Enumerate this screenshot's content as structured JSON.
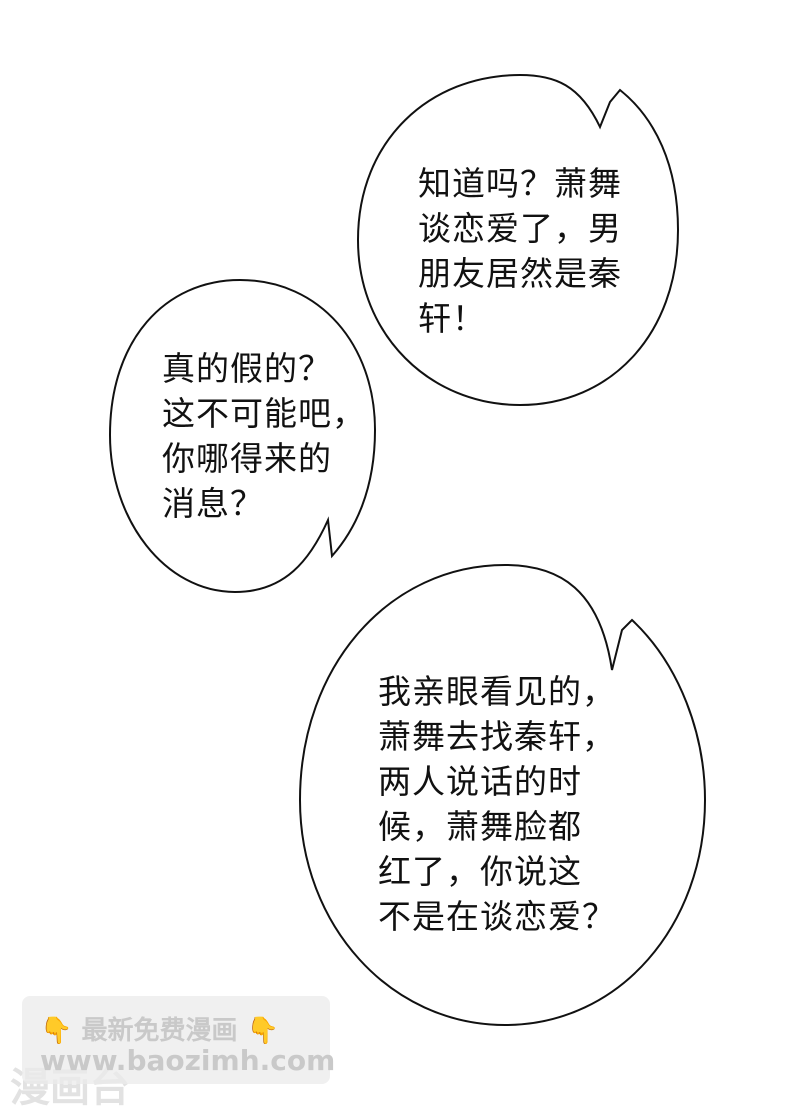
{
  "bubbles": [
    {
      "lines": [
        "知道吗？萧舞",
        "谈恋爱了，男",
        "朋友居然是秦",
        "轩！"
      ]
    },
    {
      "lines": [
        "真的假的？",
        "这不可能吧，",
        "你哪得来的",
        "消息？"
      ]
    },
    {
      "lines": [
        "我亲眼看见的，",
        "萧舞去找秦轩，",
        "两人说话的时",
        "候，萧舞脸都",
        "红了，你说这",
        "不是在谈恋爱？"
      ]
    }
  ],
  "watermark": {
    "hand_icon": "pointing-down-hand-icon",
    "hand_glyph": "👇",
    "line1": "最新免费漫画",
    "line2": "www.baozimh.com",
    "bottom_text": "漫画台"
  }
}
